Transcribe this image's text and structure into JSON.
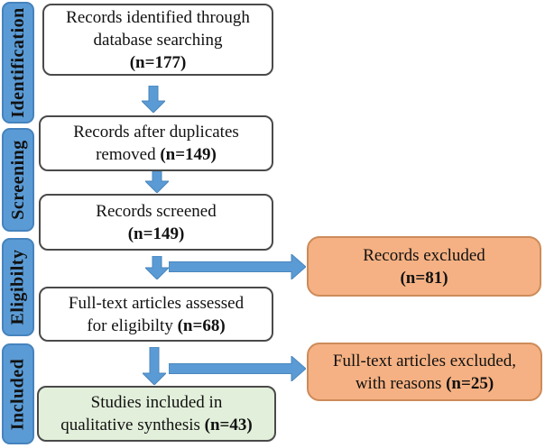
{
  "colors": {
    "stage_fill": "#5b9bd5",
    "stage_border": "#4583bd",
    "arrow_fill": "#5b9bd5",
    "box_border": "#4a4a4a",
    "included_fill": "#e2efda",
    "excluded_fill": "#f5b183",
    "excluded_border": "#cd8b59",
    "text": "#111111"
  },
  "sidebar": {
    "stages": [
      {
        "label": "Identification"
      },
      {
        "label": "Screening"
      },
      {
        "label": "Eligibilty"
      },
      {
        "label": "Included"
      }
    ]
  },
  "flow": {
    "boxes": [
      {
        "name": "records-identified",
        "lines": [
          {
            "t": "Records identified through",
            "b": ""
          },
          {
            "t": "database searching",
            "b": ""
          },
          {
            "t": "",
            "b": "(n=177)"
          }
        ]
      },
      {
        "name": "duplicates-removed",
        "lines": [
          {
            "t": "Records after duplicates",
            "b": ""
          },
          {
            "t": "removed ",
            "b": "(n=149)"
          }
        ]
      },
      {
        "name": "records-screened",
        "lines": [
          {
            "t": "Records screened",
            "b": ""
          },
          {
            "t": "",
            "b": "(n=149)"
          }
        ]
      },
      {
        "name": "fulltext-assessed",
        "lines": [
          {
            "t": "Full-text articles assessed",
            "b": ""
          },
          {
            "t": "for eligibilty ",
            "b": "(n=68)"
          }
        ]
      },
      {
        "name": "studies-included",
        "lines": [
          {
            "t": "Studies included in",
            "b": ""
          },
          {
            "t": "qualitative synthesis ",
            "b": "(n=43)"
          }
        ]
      }
    ],
    "exclusion_boxes": [
      {
        "name": "records-excluded",
        "lines": [
          {
            "t": "Records excluded",
            "b": ""
          },
          {
            "t": "",
            "b": "(n=81)"
          }
        ]
      },
      {
        "name": "fulltext-excluded",
        "lines": [
          {
            "t": "Full-text articles excluded,",
            "b": ""
          },
          {
            "t": "with reasons ",
            "b": "(n=25)"
          }
        ]
      }
    ]
  }
}
